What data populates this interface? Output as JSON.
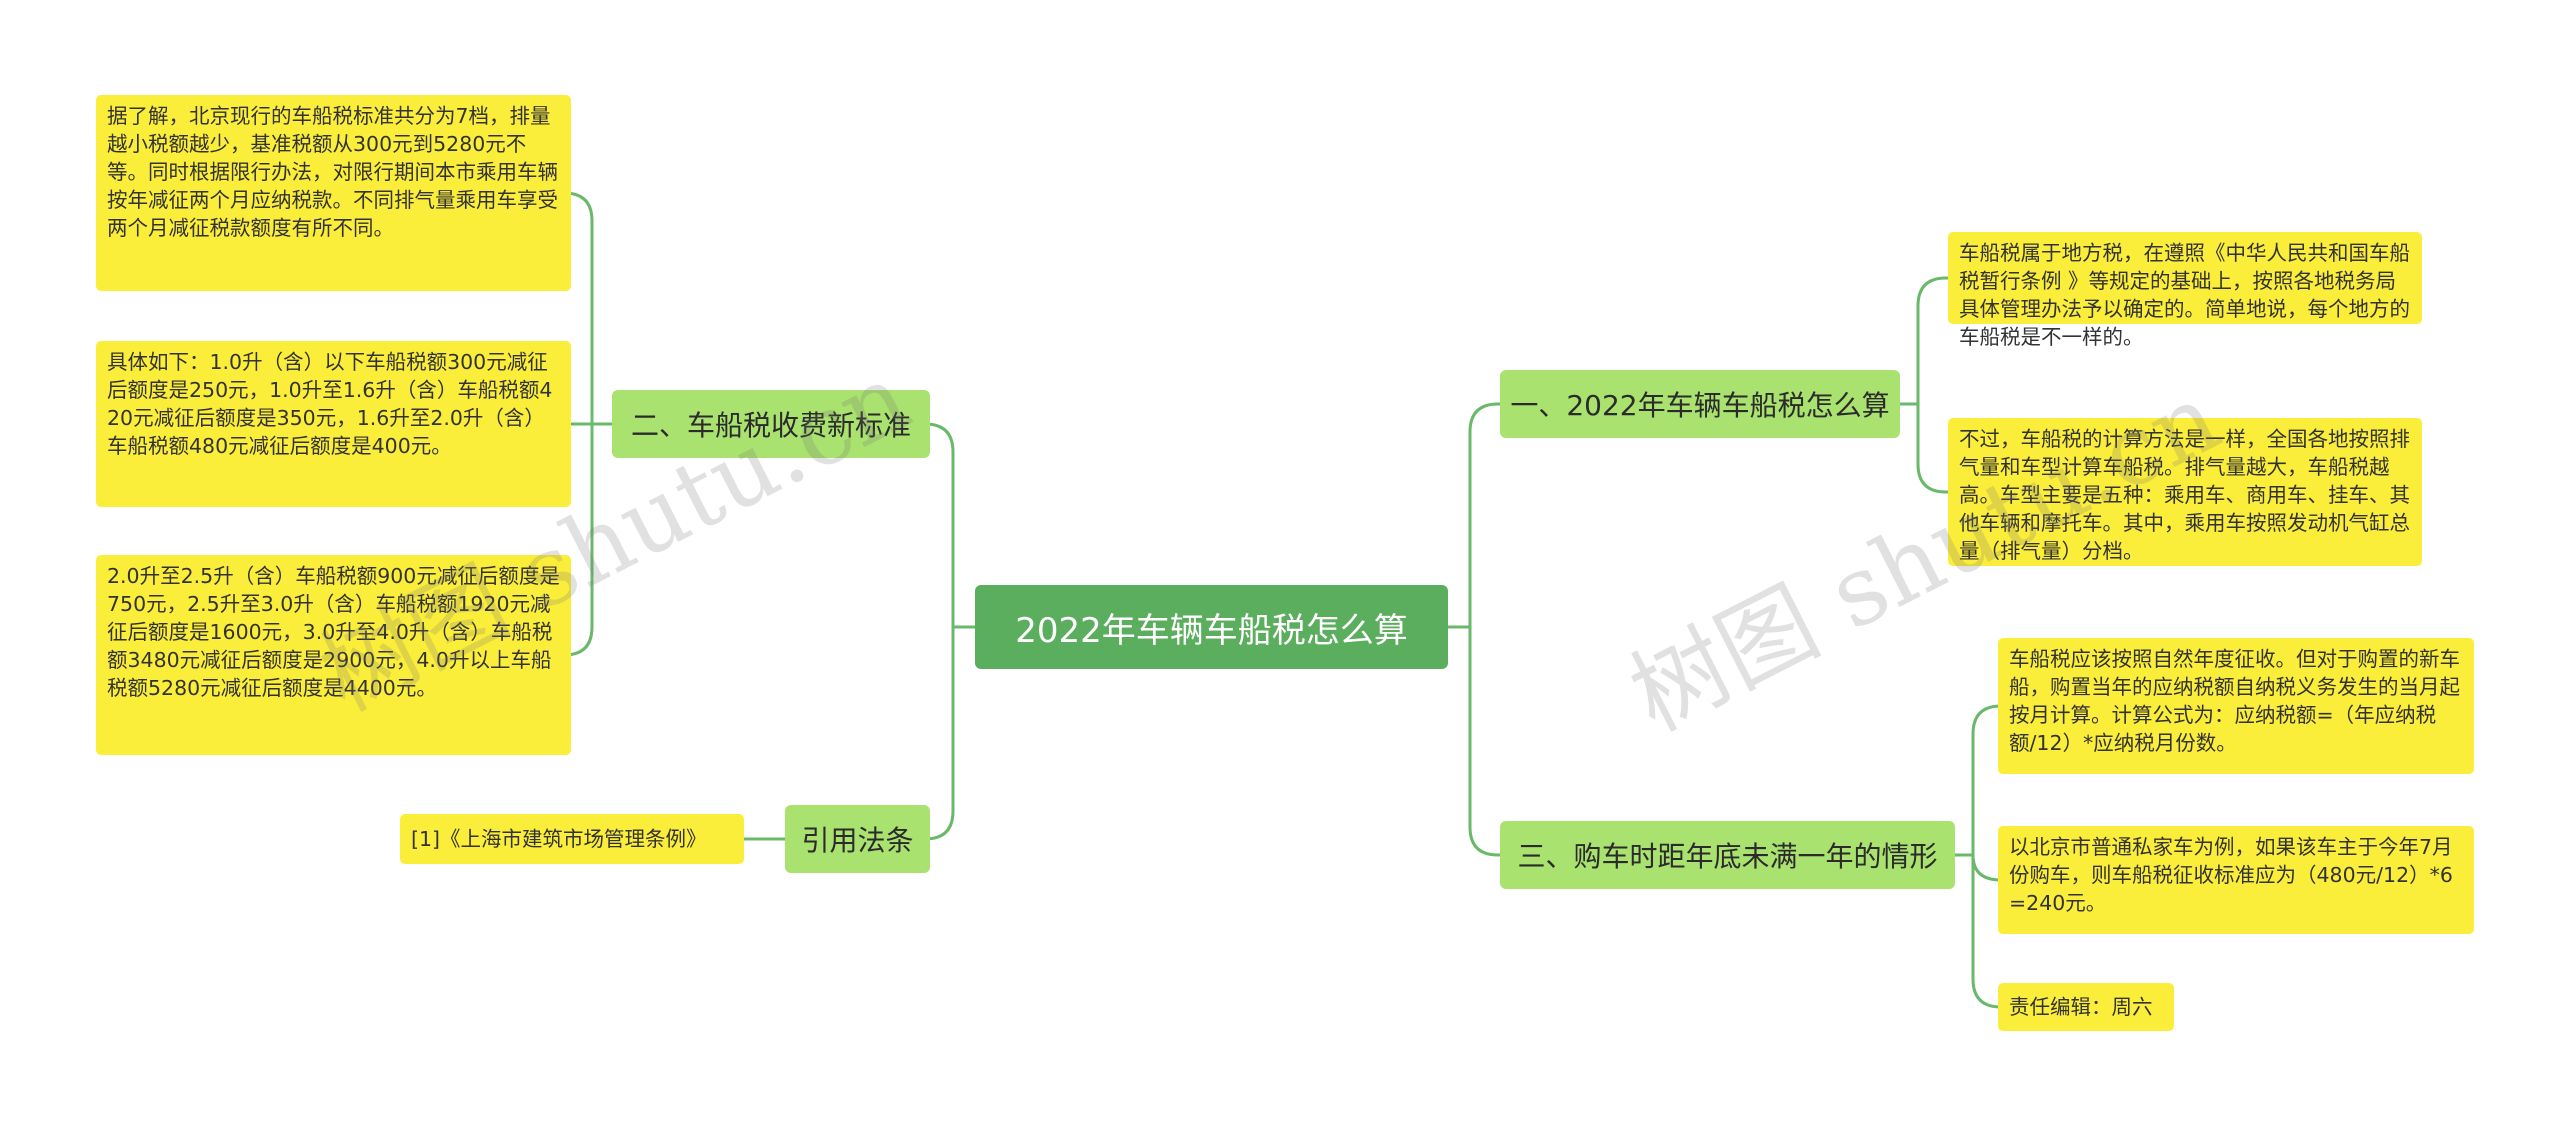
{
  "root": {
    "title": "2022年车辆车船税怎么算"
  },
  "branches": {
    "b1": {
      "label": "一、2022年车辆车船税怎么算"
    },
    "b2": {
      "label": "二、车船税收费新标准"
    },
    "b3": {
      "label": "三、购车时距年底未满一年的情形"
    },
    "b4": {
      "label": "引用法条"
    }
  },
  "leaves": {
    "l1": {
      "text": "车船税属于地方税，在遵照《中华人民共和国车船税暂行条例 》等规定的基础上，按照各地税务局具体管理办法予以确定的。简单地说，每个地方的车船税是不一样的。"
    },
    "l2": {
      "text": "不过，车船税的计算方法是一样，全国各地按照排气量和车型计算车船税。排气量越大，车船税越高。车型主要是五种：乘用车、商用车、挂车、其他车辆和摩托车。其中，乘用车按照发动机气缸总量（排气量）分档。"
    },
    "l3": {
      "text": "据了解，北京现行的车船税标准共分为7档，排量越小税额越少，基准税额从300元到5280元不等。同时根据限行办法，对限行期间本市乘用车辆按年减征两个月应纳税款。不同排气量乘用车享受两个月减征税款额度有所不同。"
    },
    "l4": {
      "text": "具体如下：1.0升（含）以下车船税额300元减征后额度是250元，1.0升至1.6升（含）车船税额420元减征后额度是350元，1.6升至2.0升（含）车船税额480元减征后额度是400元。"
    },
    "l5": {
      "text": "2.0升至2.5升（含）车船税额900元减征后额度是750元，2.5升至3.0升（含）车船税额1920元减征后额度是1600元，3.0升至4.0升（含）车船税额3480元减征后额度是2900元，4.0升以上车船税额5280元减征后额度是4400元。"
    },
    "l6": {
      "text": "车船税应该按照自然年度征收。但对于购置的新车船，购置当年的应纳税额自纳税义务发生的当月起按月计算。计算公式为：应纳税额=（年应纳税额/12）*应纳税月份数。"
    },
    "l7": {
      "text": "以北京市普通私家车为例，如果该车主于今年7月份购车，则车船税征收标准应为（480元/12）*6=240元。"
    },
    "l8": {
      "text": "责任编辑：周六"
    },
    "l9": {
      "text": "[1]《上海市建筑市场管理条例》"
    }
  },
  "watermarks": {
    "w1": "树图 shutu.cn",
    "w2": "树图 shutu.cn"
  },
  "colors": {
    "root": "#5cae5f",
    "branch": "#a9e26e",
    "leaf": "#fbee3a",
    "link": "#6ab86a"
  }
}
